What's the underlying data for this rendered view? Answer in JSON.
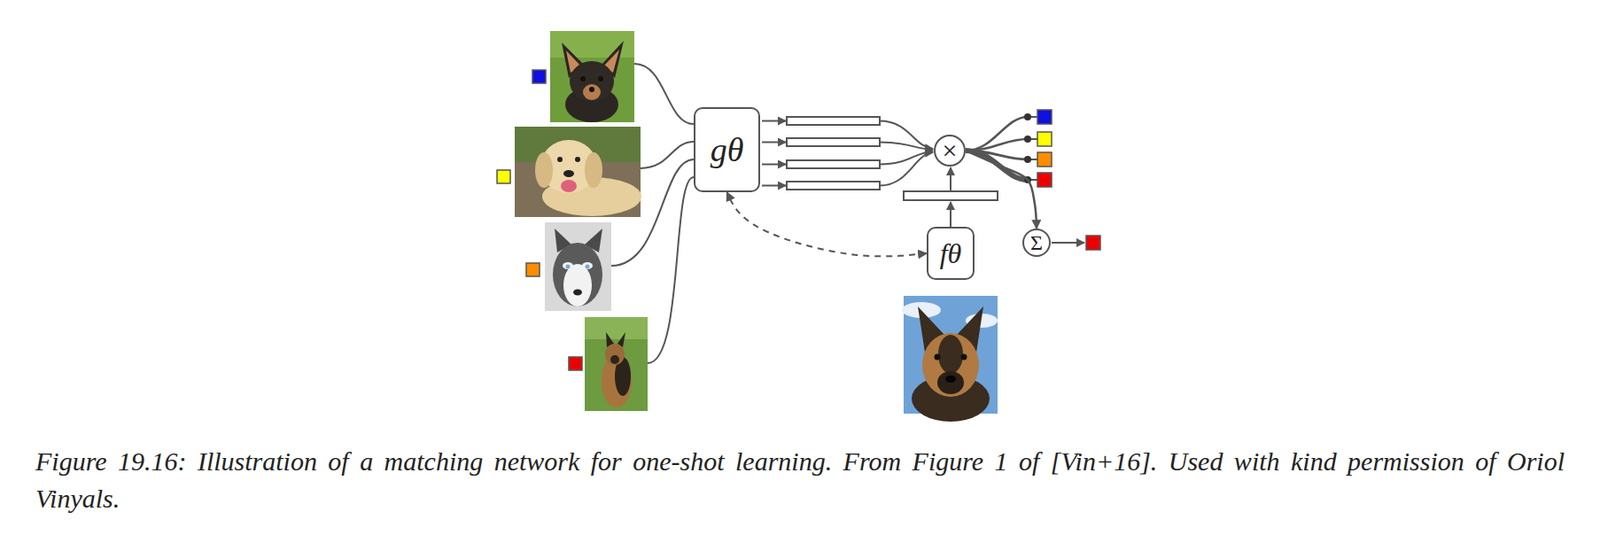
{
  "diagram": {
    "caption": "Figure 19.16: Illustration of a matching network for one-shot learning. From Figure 1 of [Vin+16]. Used with kind permission of Oriol Vinyals.",
    "nodes": [
      {
        "text": [
          "gθ"
        ]
      },
      {
        "text": [
          "×"
        ]
      },
      {
        "text": [
          "fθ"
        ]
      },
      {
        "text": [
          "Σ"
        ]
      }
    ],
    "edges": [
      {
        "from": 2,
        "to": 0,
        "arrow": "both"
      },
      {
        "from": 1,
        "to": 3,
        "arrow": "to"
      }
    ]
  }
}
